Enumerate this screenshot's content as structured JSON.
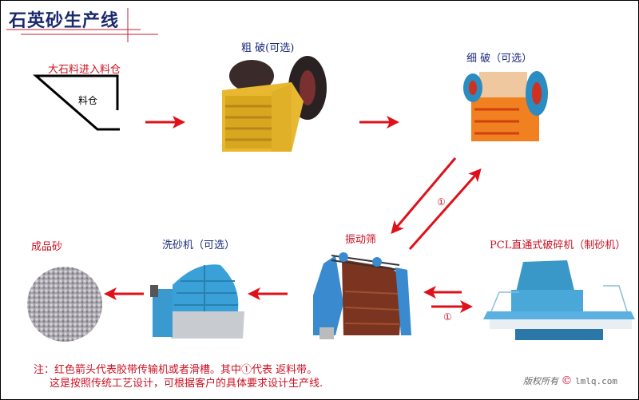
{
  "title": "石英砂生产线",
  "stages": {
    "hopper": {
      "label": "大石料进入料仓",
      "inner_label": "料仓"
    },
    "coarse_crusher": {
      "label": "粗 破(可选)"
    },
    "fine_crusher": {
      "label": "细 破（可选）"
    },
    "vibrating_screen": {
      "label": "振动筛"
    },
    "sand_maker": {
      "label": "PCL直通式破碎机（制砂机）"
    },
    "sand_washer": {
      "label": "洗砂机（可选）"
    },
    "finished_sand": {
      "label": "成品砂"
    }
  },
  "return_marker": "①",
  "flow": [
    {
      "from": "hopper",
      "to": "coarse_crusher"
    },
    {
      "from": "coarse_crusher",
      "to": "fine_crusher"
    },
    {
      "from": "fine_crusher",
      "to": "vibrating_screen"
    },
    {
      "from": "vibrating_screen",
      "to": "fine_crusher",
      "return": true
    },
    {
      "from": "vibrating_screen",
      "to": "sand_maker",
      "return": true
    },
    {
      "from": "sand_maker",
      "to": "vibrating_screen"
    },
    {
      "from": "vibrating_screen",
      "to": "sand_washer"
    },
    {
      "from": "sand_washer",
      "to": "finished_sand"
    }
  ],
  "note": {
    "line1": "注：红色箭头代表胶带传输机或者滑槽。其中①代表 返料带。",
    "line2": "这是按照传统工艺设计，可根据客户的具体要求设计生产线."
  },
  "copyright": {
    "text": "版权所有",
    "symbol": "©",
    "site": "lmlq.com"
  },
  "colors": {
    "arrow": "#e0101a",
    "title": "#1a2a6c",
    "label_red": "#cc1122",
    "label_blue": "#1a2a7c"
  }
}
